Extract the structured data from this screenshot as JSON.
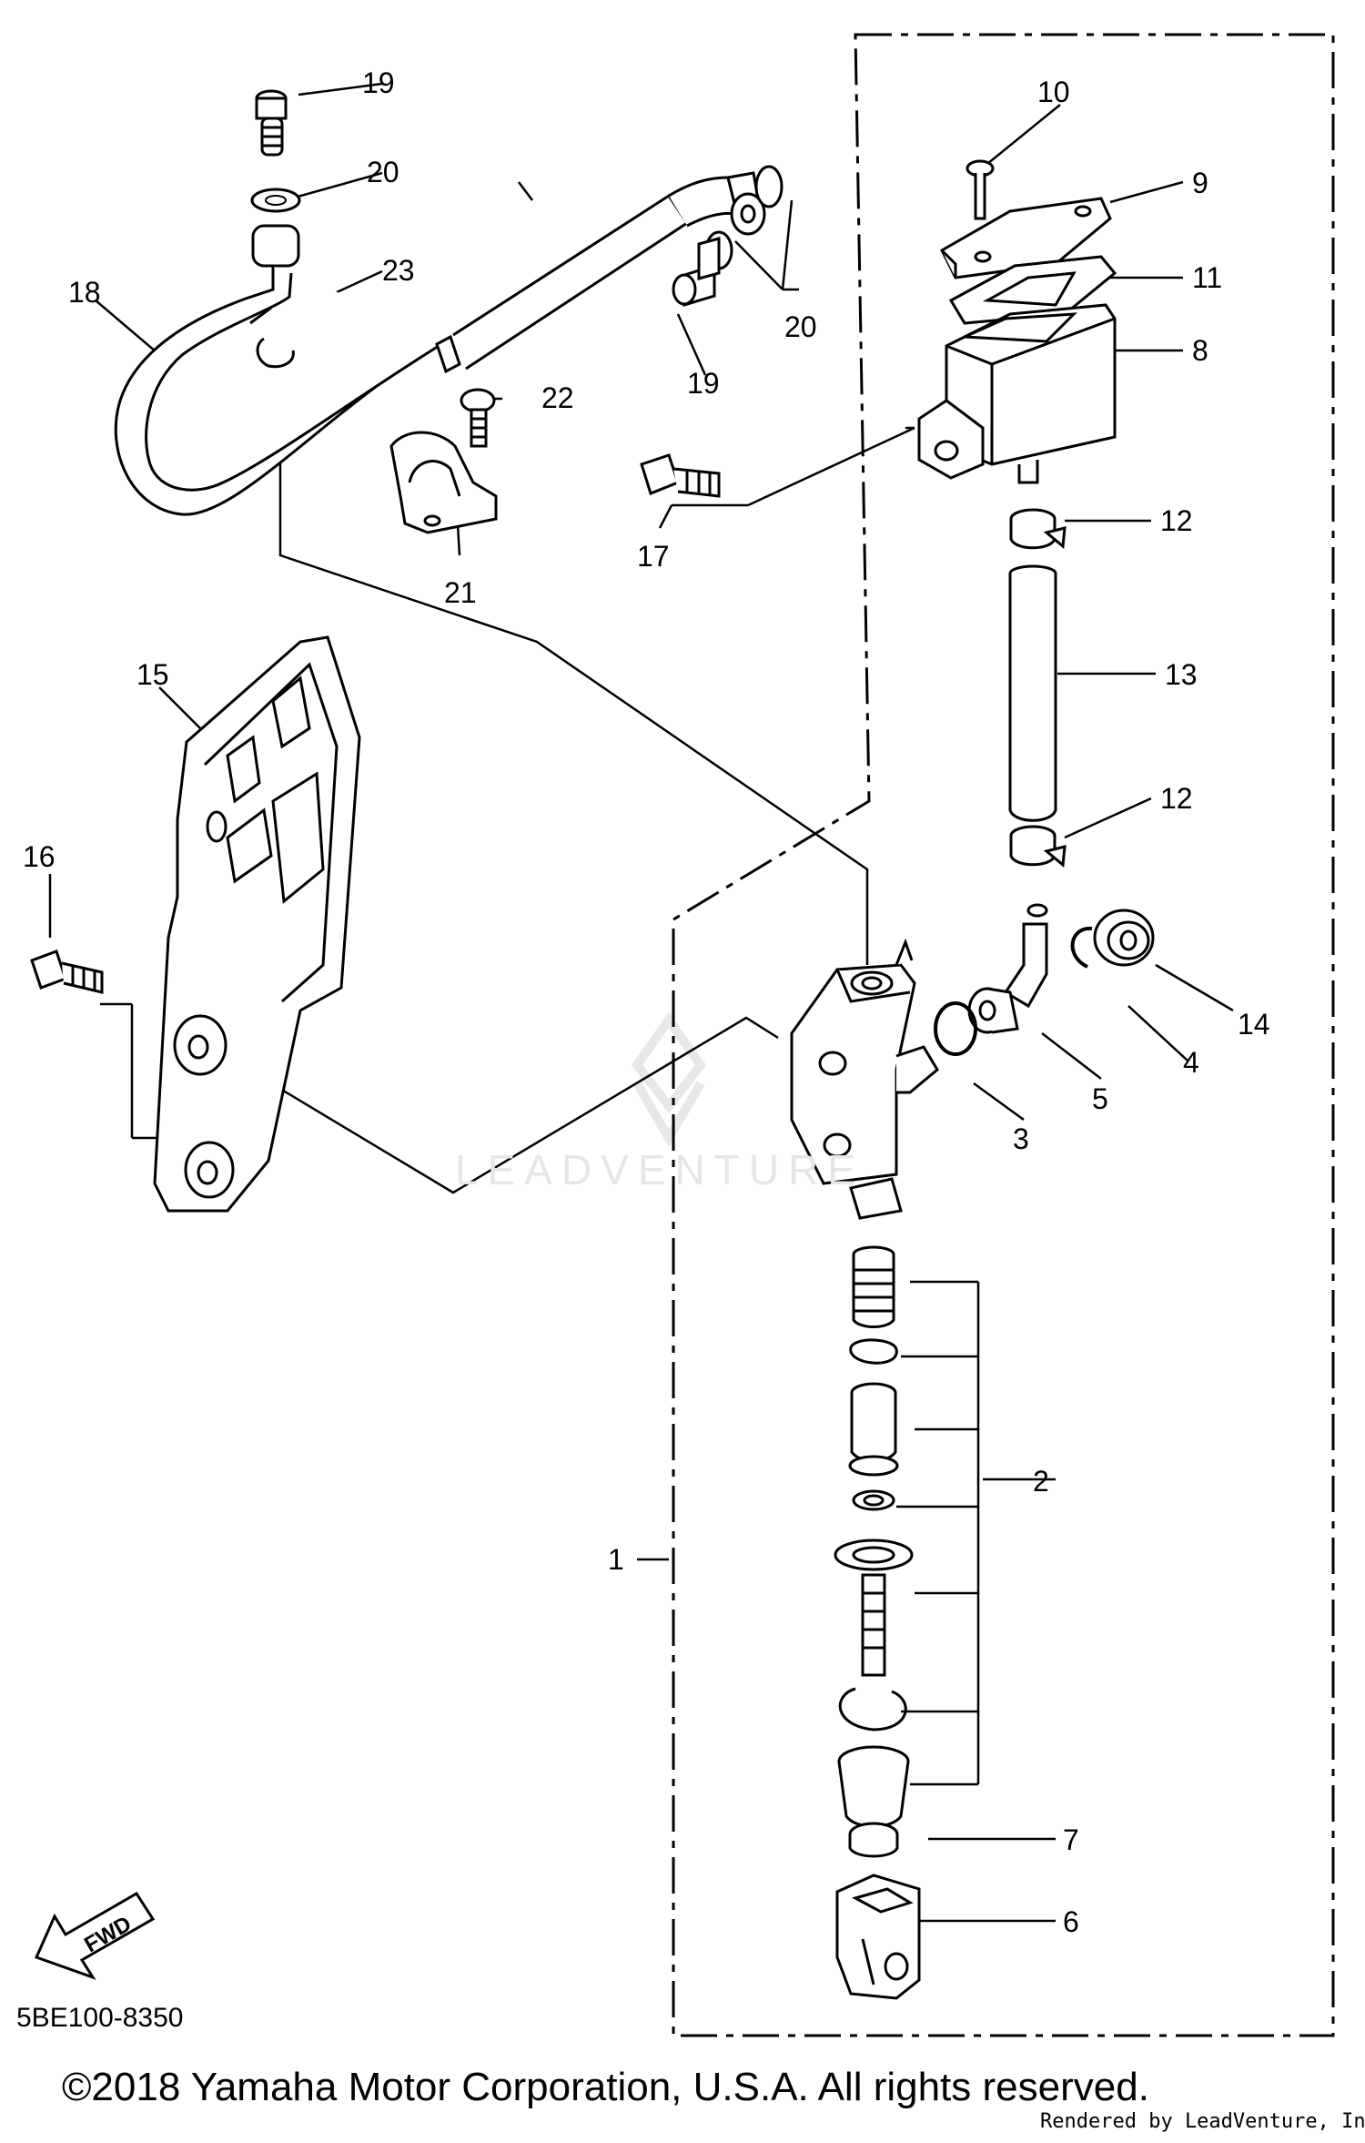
{
  "diagram": {
    "callouts": [
      "1",
      "2",
      "3",
      "4",
      "5",
      "6",
      "7",
      "8",
      "9",
      "10",
      "11",
      "12",
      "12",
      "13",
      "14",
      "15",
      "16",
      "17",
      "18",
      "19",
      "19",
      "20",
      "20",
      "21",
      "22",
      "23"
    ],
    "code": "5BE100-8350",
    "fwd_label": "FWD",
    "watermark": "LEADVENTURE",
    "copyright": "©2018 Yamaha Motor Corporation, U.S.A. All rights reserved.",
    "rendered_by": "Rendered by LeadVenture, Inc."
  }
}
